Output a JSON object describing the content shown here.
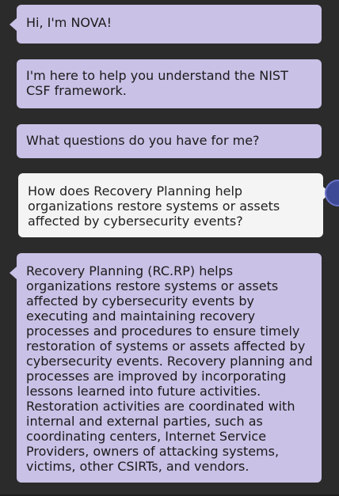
{
  "messages": [
    {
      "role": "bot",
      "text": "Hi, I'm NOVA!"
    },
    {
      "role": "bot",
      "text": "I'm here to help you understand the NIST CSF framework."
    },
    {
      "role": "bot",
      "text": "What questions do you have for me?"
    },
    {
      "role": "user",
      "text": "How does Recovery Planning help organizations restore systems or assets affected by cybersecurity events?"
    },
    {
      "role": "bot",
      "text": "Recovery Planning (RC.RP) helps organizations restore systems or assets affected by cybersecurity events by executing and maintaining recovery processes and procedures to ensure timely restoration of systems or assets affected by cybersecurity events. Recovery planning and processes are improved by incorporating lessons learned into future activities. Restoration activities are coordinated with internal and external parties, such as coordinating centers, Internet Service Providers, owners of attacking systems, victims, other CSIRTs, and vendors."
    }
  ],
  "colors": {
    "background": "#2b2b2b",
    "bot_bubble": "#c9c1e6",
    "user_bubble": "#f4f4f4",
    "avatar": "#3f4a96"
  },
  "icons": {
    "user_avatar": "avatar-icon"
  }
}
